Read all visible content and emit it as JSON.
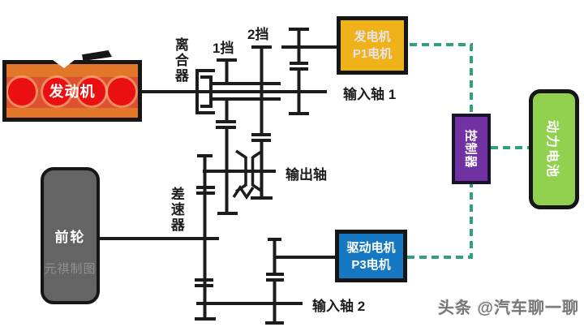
{
  "diagram": {
    "engine": {
      "label": "发动机"
    },
    "front_wheel": {
      "label": "前轮",
      "watermark": "元祺制图"
    },
    "generator": {
      "line1": "发电机",
      "line2": "P1电机"
    },
    "drive_motor": {
      "line1": "驱动电机",
      "line2": "P3电机"
    },
    "controller": {
      "label": "控制器"
    },
    "battery": {
      "label": "动力电池"
    },
    "labels": {
      "clutch": "离合器",
      "gear1": "1挡",
      "gear2": "2挡",
      "input_shaft_1": "输入轴 1",
      "output_shaft": "输出轴",
      "differential": "差速器",
      "input_shaft_2": "输入轴 2"
    },
    "watermark": "头条 @汽车聊一聊",
    "colors": {
      "engine_fill": "#e2772a",
      "engine_band": "#dd5130",
      "cylinder_red": "#ea0f10",
      "generator_fill": "#efb319",
      "drive_motor_fill": "#1678c2",
      "controller_fill": "#7231a2",
      "battery_fill": "#92d050",
      "wheel_fill": "#646464",
      "schematic_line": "#1c1c1c",
      "power_link_dashed": "#2fa17b"
    }
  }
}
